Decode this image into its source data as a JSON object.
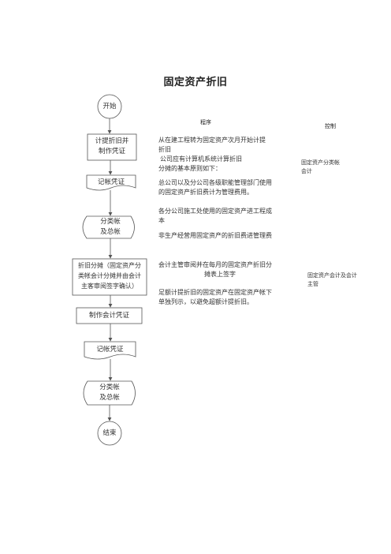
{
  "title": "固定资产折旧",
  "headers": {
    "procedure": "程序",
    "control": "控制"
  },
  "nodes": {
    "start": "开始",
    "n1": [
      "计提折旧并",
      "制作凭证"
    ],
    "n2": "记帐凭证",
    "n3": [
      "分类帐",
      "及总帐"
    ],
    "n4": [
      "折旧分摊（固定资产分",
      "类帐会计分摊并由会计",
      "主客审阅签字确认）"
    ],
    "n5": "制作会计凭证",
    "n6": "记帐凭证",
    "n7": [
      "分类帐",
      "及总帐"
    ],
    "end": "结束"
  },
  "procedure": {
    "p1": [
      "从在建工程转为固定资产次月开始计提",
      "折旧"
    ],
    "p2": [
      "公司应有计算机系统计算折旧",
      "分摊的基本原则如下："
    ],
    "p3": [
      "总公司以及分公司各级职能管理部门使用",
      "的固定资产折旧费计为管理费用。"
    ],
    "p4": [
      "各分公司施工处使用的固定资产进工程成",
      "本"
    ],
    "p5": "非生产经营用固定资产的折旧费进管理费",
    "p6": [
      "会计主管审阅并在每月的固定资产折旧分",
      "摊表上签字"
    ],
    "p7": [
      "足额计提折旧的固定资产在固定资产帐下",
      "单独列示，以避免超额计提折旧。"
    ]
  },
  "controls": {
    "c1": [
      "固定资产分类帐",
      "会计"
    ],
    "c2": [
      "固定资产会计及会计",
      "主管"
    ]
  }
}
